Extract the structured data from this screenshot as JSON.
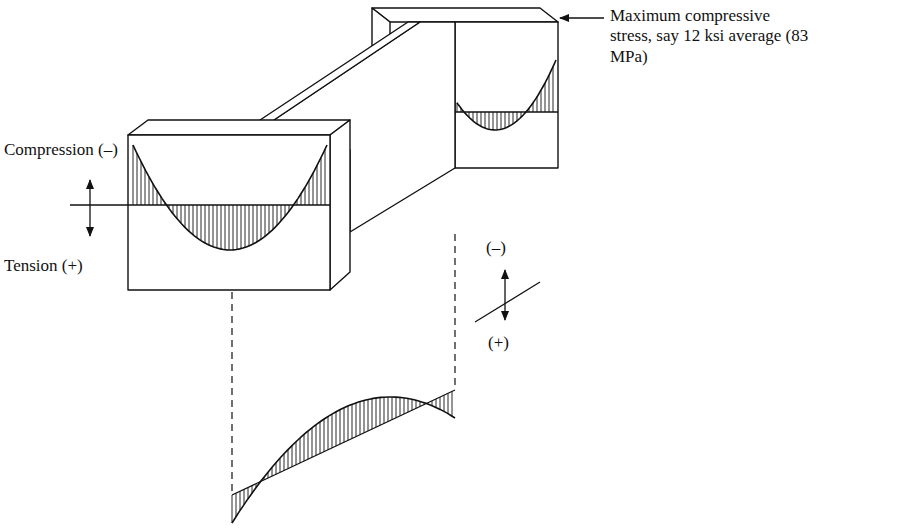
{
  "diagram": {
    "labels": [
      "Compression (–)",
      "Tension (+)",
      "Maximum compressive stress, say 12 ksi average (83 MPa)",
      "(–)",
      "(+)"
    ]
  }
}
